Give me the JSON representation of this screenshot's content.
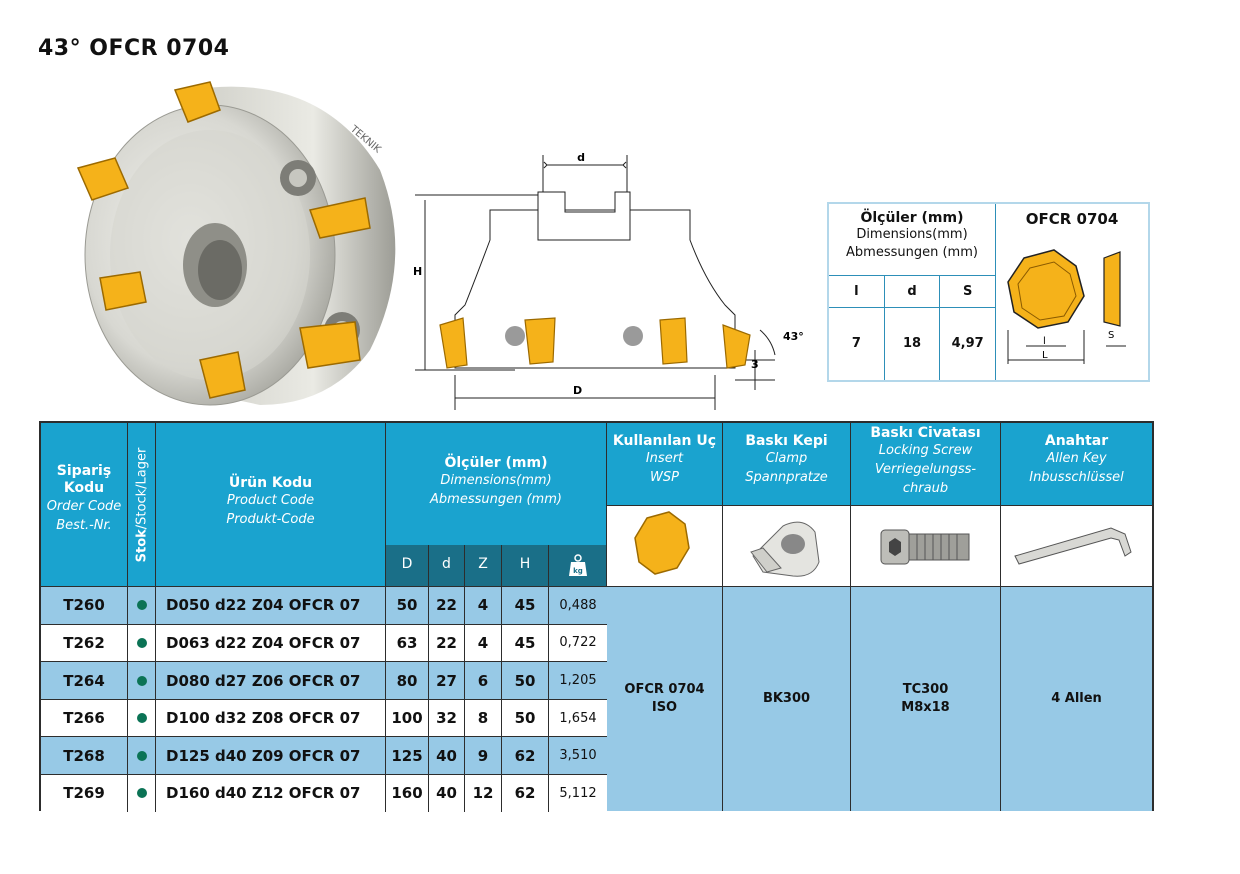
{
  "title": "43° OFCR 0704",
  "drawing": {
    "d": "d",
    "H": "H",
    "D": "D",
    "angle": "43°",
    "depth": "3"
  },
  "spec": {
    "head_bold": "Ölçüler (mm)",
    "head_en": "Dimensions(mm)",
    "head_de": "Abmessungen (mm)",
    "cols": [
      "l",
      "d",
      "S"
    ],
    "vals": [
      "7",
      "18",
      "4,97"
    ],
    "insert_title": "OFCR 0704",
    "l_label": "l",
    "L_label": "L",
    "S_label": "S"
  },
  "table": {
    "order_tr": "Sipariş Kodu",
    "order_en": "Order Code",
    "order_de": "Best.-Nr.",
    "stock": "Stok/Stock/Lager",
    "stock_bold": "Stok",
    "stock_rest": "/Stock/Lager",
    "prod_tr": "Ürün Kodu",
    "prod_en": "Product Code",
    "prod_de": "Produkt-Code",
    "dims_tr": "Ölçüler (mm)",
    "dims_en": "Dimensions(mm)",
    "dims_de": "Abmessungen (mm)",
    "dim_cols": [
      "D",
      "d",
      "Z",
      "H"
    ],
    "weight_icon": "weight-kg-icon",
    "weight_label": "kg",
    "insert_tr": "Kullanılan Uç",
    "insert_en": "Insert",
    "insert_de": "WSP",
    "clamp_tr": "Baskı Kepi",
    "clamp_en": "Clamp",
    "clamp_de": "Spannpratze",
    "screw_tr": "Baskı Civatası",
    "screw_en": "Locking Screw",
    "screw_de1": "Verriegelungss-",
    "screw_de2": "chraub",
    "key_tr": "Anahtar",
    "key_en": "Allen Key",
    "key_de": "Inbusschlüssel",
    "rows": [
      {
        "code": "T260",
        "product": "D050 d22 Z04 OFCR 07",
        "D": "50",
        "d": "22",
        "Z": "4",
        "H": "45",
        "w": "0,488"
      },
      {
        "code": "T262",
        "product": "D063 d22 Z04 OFCR 07",
        "D": "63",
        "d": "22",
        "Z": "4",
        "H": "45",
        "w": "0,722"
      },
      {
        "code": "T264",
        "product": "D080 d27 Z06 OFCR 07",
        "D": "80",
        "d": "27",
        "Z": "6",
        "H": "50",
        "w": "1,205"
      },
      {
        "code": "T266",
        "product": "D100 d32 Z08 OFCR 07",
        "D": "100",
        "d": "32",
        "Z": "8",
        "H": "50",
        "w": "1,654"
      },
      {
        "code": "T268",
        "product": "D125 d40 Z09 OFCR 07",
        "D": "125",
        "d": "40",
        "Z": "9",
        "H": "62",
        "w": "3,510"
      },
      {
        "code": "T269",
        "product": "D160 d40 Z12 OFCR 07",
        "D": "160",
        "d": "40",
        "Z": "12",
        "H": "62",
        "w": "5,112"
      }
    ],
    "insert_val1": "OFCR 0704",
    "insert_val2": "ISO",
    "clamp_val": "BK300",
    "screw_val1": "TC300",
    "screw_val2": "M8x18",
    "key_val": "4 Allen"
  },
  "colors": {
    "header": "#1aa3cf",
    "subheader": "#1a6f88",
    "row_alt": "#97c9e6",
    "insert": "#f5b21a",
    "stock_dot": "#0b7355"
  }
}
